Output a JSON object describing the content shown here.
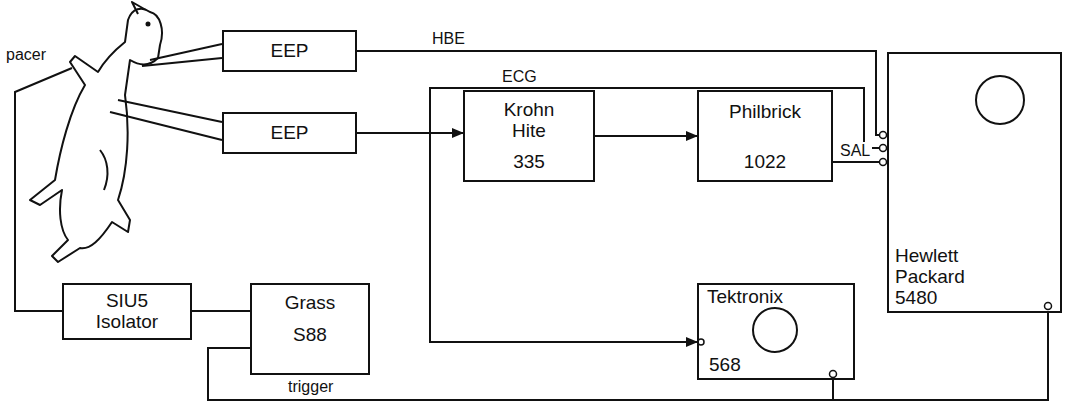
{
  "diagram": {
    "nodes": [
      {
        "text": [
          "EEP"
        ]
      },
      {
        "text": [
          "EEP"
        ]
      },
      {
        "text": [
          "Krohn Hite",
          "335"
        ]
      },
      {
        "text": [
          "Philbrick",
          "1022"
        ]
      },
      {
        "text": [
          "Hewlett Packard",
          "5480"
        ]
      },
      {
        "text": [
          "SIU5 Isolator"
        ]
      },
      {
        "text": [
          "Grass",
          "S88"
        ]
      },
      {
        "text": [
          "Tektronix",
          "568"
        ]
      }
    ],
    "edges": [
      {
        "from": 0,
        "to": 4,
        "label": "HBE",
        "arrow": "none"
      },
      {
        "from": 1,
        "to": 2,
        "arrow": "to"
      },
      {
        "from": 1,
        "to": 4,
        "label": "ECG",
        "arrow": "none"
      },
      {
        "from": 2,
        "to": 3,
        "arrow": "to"
      },
      {
        "from": 3,
        "to": 4,
        "label": "SAL",
        "arrow": "none"
      },
      {
        "from": 1,
        "to": 7,
        "arrow": "to"
      },
      {
        "from": 5,
        "to": 6,
        "arrow": "none"
      },
      {
        "from": 6,
        "to": 7,
        "label": "trigger",
        "arrow": "none"
      },
      {
        "from": 6,
        "to": 4,
        "arrow": "none"
      }
    ],
    "labels": [
      "pacer"
    ]
  }
}
